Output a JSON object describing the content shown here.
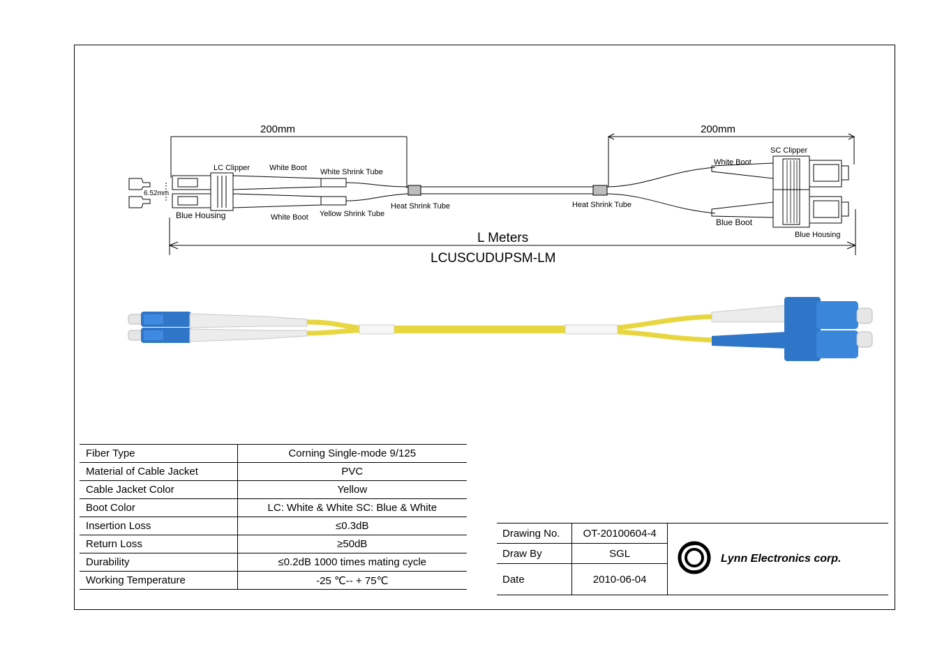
{
  "drawing": {
    "dim_left": "200mm",
    "dim_right": "200mm",
    "pitch": "6.52mm",
    "length": "L Meters",
    "part_number": "LCUSCUDUPSM-LM",
    "labels": {
      "lc_clipper": "LC Clipper",
      "white_boot_top": "White Boot",
      "white_boot_bottom": "White Boot",
      "white_shrink_tube": "White Shrink Tube",
      "yellow_shrink_tube": "Yellow Shrink Tube",
      "heat_shrink_left": "Heat Shrink Tube",
      "heat_shrink_right": "Heat Shrink Tube",
      "blue_housing_left": "Blue Housing",
      "sc_clipper": "SC Clipper",
      "white_boot_sc": "White Boot",
      "blue_boot_sc": "Blue Boot",
      "blue_housing_right": "Blue Housing"
    },
    "colors": {
      "cable": "#e8d641",
      "connector_blue": "#2f76c8",
      "boot_white": "#ececec"
    }
  },
  "spec_table": {
    "rows": [
      {
        "label": "Fiber Type",
        "value": "Corning Single-mode 9/125"
      },
      {
        "label": "Material of Cable Jacket",
        "value": "PVC"
      },
      {
        "label": "Cable Jacket Color",
        "value": "Yellow"
      },
      {
        "label": "Boot Color",
        "value": "LC: White & White    SC: Blue & White"
      },
      {
        "label": "Insertion Loss",
        "value": "≤0.3dB"
      },
      {
        "label": "Return Loss",
        "value": "≥50dB"
      },
      {
        "label": "Durability",
        "value": "≤0.2dB 1000 times mating cycle"
      },
      {
        "label": "Working Temperature",
        "value": "-25 ℃-- + 75℃"
      }
    ]
  },
  "title_block": {
    "drawing_no_label": "Drawing No.",
    "drawing_no": "OT-20100604-4",
    "draw_by_label": "Draw By",
    "draw_by": "SGL",
    "date_label": "Date",
    "date": "2010-06-04",
    "company": "Lynn Electronics corp.",
    "logo_icon": "lynn-swirl-logo-icon"
  }
}
